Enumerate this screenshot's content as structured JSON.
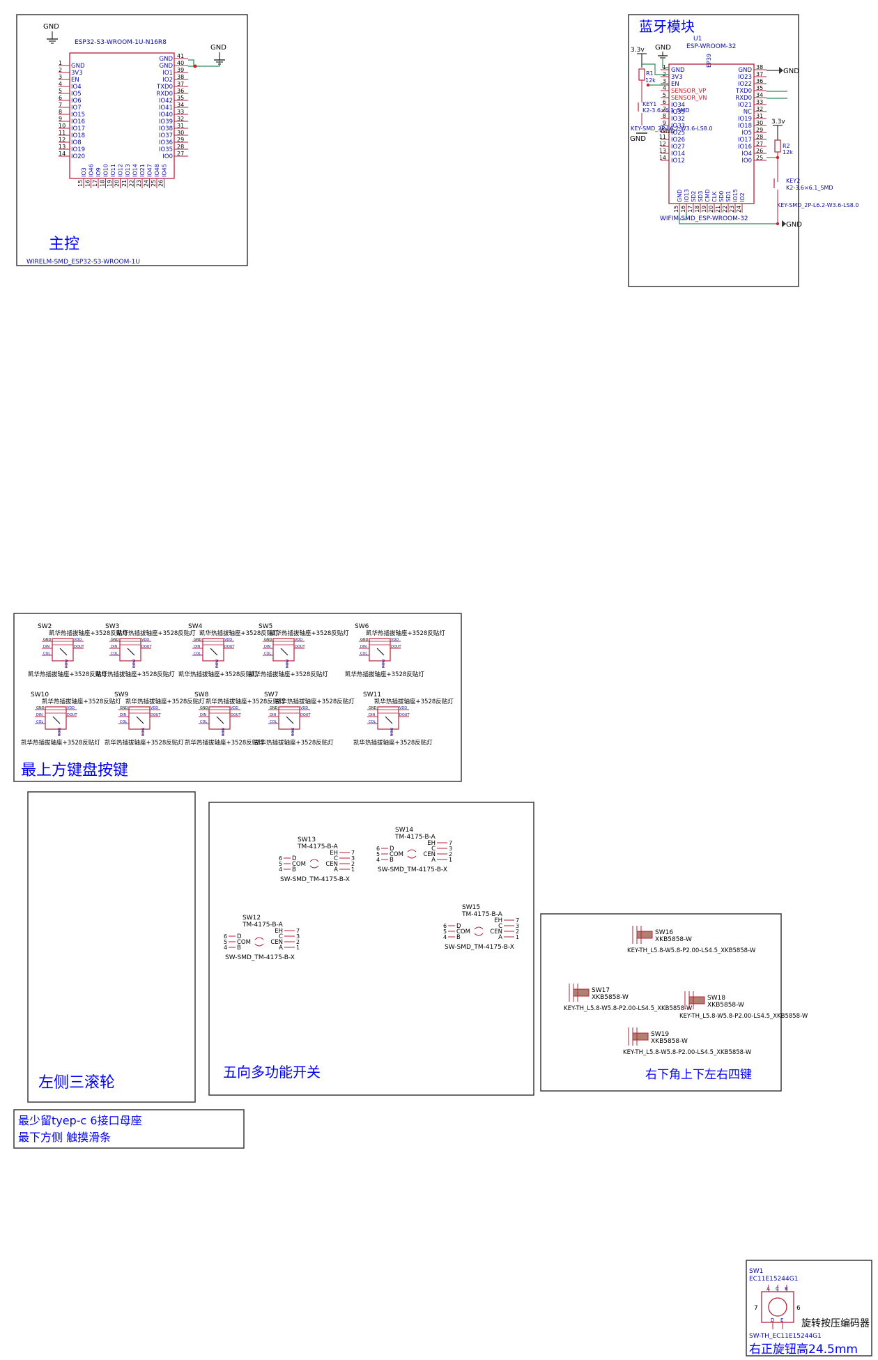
{
  "colors": {
    "frame": "#3a3a3a",
    "component": "#b5203a",
    "pin_label": "#0a0aa8",
    "wire": "#2e8b57",
    "net": "#000000",
    "title": "#0000ff",
    "sensor": "#d0202a",
    "body_fill": "#b08070"
  },
  "main_controller": {
    "title": "主控",
    "gnd_left": "GND",
    "gnd_right": "GND",
    "value": "ESP32-S3-WROOM-1U-N16R8",
    "footprint": "WIRELM-SMD_ESP32-S3-WROOM-1U",
    "left_pins": [
      {
        "num": "1",
        "name": "GND"
      },
      {
        "num": "2",
        "name": "3V3"
      },
      {
        "num": "3",
        "name": "EN"
      },
      {
        "num": "4",
        "name": "IO4"
      },
      {
        "num": "5",
        "name": "IO5"
      },
      {
        "num": "6",
        "name": "IO6"
      },
      {
        "num": "7",
        "name": "IO7"
      },
      {
        "num": "8",
        "name": "IO15"
      },
      {
        "num": "9",
        "name": "IO16"
      },
      {
        "num": "10",
        "name": "IO17"
      },
      {
        "num": "11",
        "name": "IO18"
      },
      {
        "num": "12",
        "name": "IO8"
      },
      {
        "num": "13",
        "name": "IO19"
      },
      {
        "num": "14",
        "name": "IO20"
      }
    ],
    "right_pins": [
      {
        "num": "41",
        "name": "GND"
      },
      {
        "num": "40",
        "name": "GND"
      },
      {
        "num": "39",
        "name": "IO1"
      },
      {
        "num": "38",
        "name": "IO2"
      },
      {
        "num": "37",
        "name": "TXD0"
      },
      {
        "num": "36",
        "name": "RXD0"
      },
      {
        "num": "35",
        "name": "IO42"
      },
      {
        "num": "34",
        "name": "IO41"
      },
      {
        "num": "33",
        "name": "IO40"
      },
      {
        "num": "32",
        "name": "IO39"
      },
      {
        "num": "31",
        "name": "IO38"
      },
      {
        "num": "30",
        "name": "IO37"
      },
      {
        "num": "29",
        "name": "IO36"
      },
      {
        "num": "28",
        "name": "IO35"
      },
      {
        "num": "27",
        "name": "IO0"
      }
    ],
    "bottom_pins": [
      {
        "num": "15",
        "name": "IO3"
      },
      {
        "num": "16",
        "name": "IO46"
      },
      {
        "num": "17",
        "name": "IO9"
      },
      {
        "num": "18",
        "name": "IO10"
      },
      {
        "num": "19",
        "name": "IO11"
      },
      {
        "num": "20",
        "name": "IO12"
      },
      {
        "num": "21",
        "name": "IO13"
      },
      {
        "num": "22",
        "name": "IO14"
      },
      {
        "num": "23",
        "name": "IO21"
      },
      {
        "num": "24",
        "name": "IO47"
      },
      {
        "num": "25",
        "name": "IO48"
      },
      {
        "num": "26",
        "name": "IO45"
      }
    ]
  },
  "bluetooth": {
    "title": "蓝牙模块",
    "ref": "U1",
    "value": "ESP-WROOM-32",
    "footprint": "WIFIM-SMD_ESP-WROOM-32",
    "ep": "EP39",
    "left_pins": [
      {
        "num": "1",
        "name": "GND"
      },
      {
        "num": "2",
        "name": "3V3"
      },
      {
        "num": "3",
        "name": "EN"
      },
      {
        "num": "4",
        "name": "SENSOR_VP"
      },
      {
        "num": "5",
        "name": "SENSOR_VN"
      },
      {
        "num": "6",
        "name": "IO34"
      },
      {
        "num": "7",
        "name": "IO35"
      },
      {
        "num": "8",
        "name": "IO32"
      },
      {
        "num": "9",
        "name": "IO33"
      },
      {
        "num": "10",
        "name": "IO25"
      },
      {
        "num": "11",
        "name": "IO26"
      },
      {
        "num": "12",
        "name": "IO27"
      },
      {
        "num": "13",
        "name": "IO14"
      },
      {
        "num": "14",
        "name": "IO12"
      }
    ],
    "right_pins": [
      {
        "num": "38",
        "name": "GND"
      },
      {
        "num": "37",
        "name": "IO23"
      },
      {
        "num": "36",
        "name": "IO22"
      },
      {
        "num": "35",
        "name": "TXD0"
      },
      {
        "num": "34",
        "name": "RXD0"
      },
      {
        "num": "33",
        "name": "IO21"
      },
      {
        "num": "32",
        "name": "NC"
      },
      {
        "num": "31",
        "name": "IO19"
      },
      {
        "num": "30",
        "name": "IO18"
      },
      {
        "num": "29",
        "name": "IO5"
      },
      {
        "num": "28",
        "name": "IO17"
      },
      {
        "num": "27",
        "name": "IO16"
      },
      {
        "num": "26",
        "name": "IO4"
      },
      {
        "num": "25",
        "name": "IO0"
      }
    ],
    "bottom_pins": [
      {
        "num": "15",
        "name": "GND"
      },
      {
        "num": "16",
        "name": "IO13"
      },
      {
        "num": "17",
        "name": "SD2"
      },
      {
        "num": "18",
        "name": "SD3"
      },
      {
        "num": "19",
        "name": "CMD"
      },
      {
        "num": "20",
        "name": "CLK"
      },
      {
        "num": "21",
        "name": "SD0"
      },
      {
        "num": "22",
        "name": "SD1"
      },
      {
        "num": "23",
        "name": "IO15"
      },
      {
        "num": "24",
        "name": "IO2"
      }
    ],
    "v33_a": "3.3v",
    "v33_b": "3.3v",
    "gnd_top": "GND",
    "gnd_right": "GND",
    "gnd_left": "GND",
    "gnd_bottom": "GND",
    "gnd_bottom_right": "GND",
    "r1_ref": "R1",
    "r1_val": "12k",
    "r2_ref": "R2",
    "r2_val": "12k",
    "key1_ref": "KEY1",
    "key1_val": "K2-3.6×6.1_SMD",
    "key1_fp": "KEY-SMD_2P-L6.2-W3.6-LS8.0",
    "key2_ref": "KEY2",
    "key2_val": "K2-3.6×6.1_SMD",
    "key2_fp": "KEY-SMD_2P-L6.2-W3.6-LS8.0"
  },
  "keyboard": {
    "title": "最上方键盘按键",
    "pin_names": [
      "GND",
      "VDD",
      "DIN",
      "DOUT",
      "COL",
      "ROW"
    ],
    "switches": [
      {
        "ref": "SW2",
        "value": "凯华热插拔轴座+3528反贴灯",
        "footprint": "凯华热插拔轴座+3528反贴灯"
      },
      {
        "ref": "SW3",
        "value": "凯华热插拔轴座+3528反贴灯",
        "footprint": "凯华热插拔轴座+3528反贴灯"
      },
      {
        "ref": "SW4",
        "value": "凯华热插拔轴座+3528反贴灯",
        "footprint": "凯华热插拔轴座+3528反贴灯"
      },
      {
        "ref": "SW5",
        "value": "凯华热插拔轴座+3528反贴灯",
        "footprint": "凯华热插拔轴座+3528反贴灯"
      },
      {
        "ref": "SW6",
        "value": "凯华热插拔轴座+3528反贴灯",
        "footprint": "凯华热插拔轴座+3528反贴灯"
      },
      {
        "ref": "SW10",
        "value": "凯华热插拔轴座+3528反贴灯",
        "footprint": "凯华热插拔轴座+3528反贴灯"
      },
      {
        "ref": "SW9",
        "value": "凯华热插拔轴座+3528反贴灯",
        "footprint": "凯华热插拔轴座+3528反贴灯"
      },
      {
        "ref": "SW8",
        "value": "凯华热插拔轴座+3528反贴灯",
        "footprint": "凯华热插拔轴座+3528反贴灯"
      },
      {
        "ref": "SW7",
        "value": "凯华热插拔轴座+3528反贴灯",
        "footprint": "凯华热插拔轴座+3528反贴灯"
      },
      {
        "ref": "SW11",
        "value": "凯华热插拔轴座+3528反贴灯",
        "footprint": "凯华热插拔轴座+3528反贴灯"
      }
    ]
  },
  "scroll_wheels": {
    "title": "左侧三滚轮"
  },
  "five_way": {
    "title": "五向多功能开关",
    "pin_labels": {
      "d": "D",
      "com": "COM",
      "b": "B",
      "eh": "EH",
      "c": "C",
      "cen": "CEN",
      "a": "A"
    },
    "pin_nums": [
      "6",
      "5",
      "4",
      "7",
      "3",
      "2",
      "1"
    ],
    "switches": [
      {
        "ref": "SW13",
        "value": "TM-4175-B-A",
        "footprint": "SW-SMD_TM-4175-B-X"
      },
      {
        "ref": "SW14",
        "value": "TM-4175-B-A",
        "footprint": "SW-SMD_TM-4175-B-X"
      },
      {
        "ref": "SW12",
        "value": "TM-4175-B-A",
        "footprint": "SW-SMD_TM-4175-B-X"
      },
      {
        "ref": "SW15",
        "value": "TM-4175-B-A",
        "footprint": "SW-SMD_TM-4175-B-X"
      }
    ]
  },
  "four_keys": {
    "title": "右下角上下左右四键",
    "switches": [
      {
        "ref": "SW16",
        "value": "XKB5858-W",
        "footprint": "KEY-TH_L5.8-W5.8-P2.00-LS4.5_XKB5858-W"
      },
      {
        "ref": "SW17",
        "value": "XKB5858-W",
        "footprint": "KEY-TH_L5.8-W5.8-P2.00-LS4.5_XKB5858-W"
      },
      {
        "ref": "SW18",
        "value": "XKB5858-W",
        "footprint": "KEY-TH_L5.8-W5.8-P2.00-LS4.5_XKB5858-W"
      },
      {
        "ref": "SW19",
        "value": "XKB5858-W",
        "footprint": "KEY-TH_L5.8-W5.8-P2.00-LS4.5_XKB5858-W"
      }
    ]
  },
  "typec_note": {
    "line1": "最少留tyep-c 6接口母座",
    "line2": "最下方侧 触摸滑条"
  },
  "encoder": {
    "ref": "SW1",
    "value": "EC11E15244G1",
    "footprint": "SW-TH_EC11E15244G1",
    "title": "旋转按压编码器",
    "subtitle": "右正旋钮高24.5mm",
    "pins": {
      "a": "A",
      "c": "C",
      "b": "B",
      "d": "D",
      "e": "E",
      "p7": "7",
      "p6": "6"
    }
  }
}
